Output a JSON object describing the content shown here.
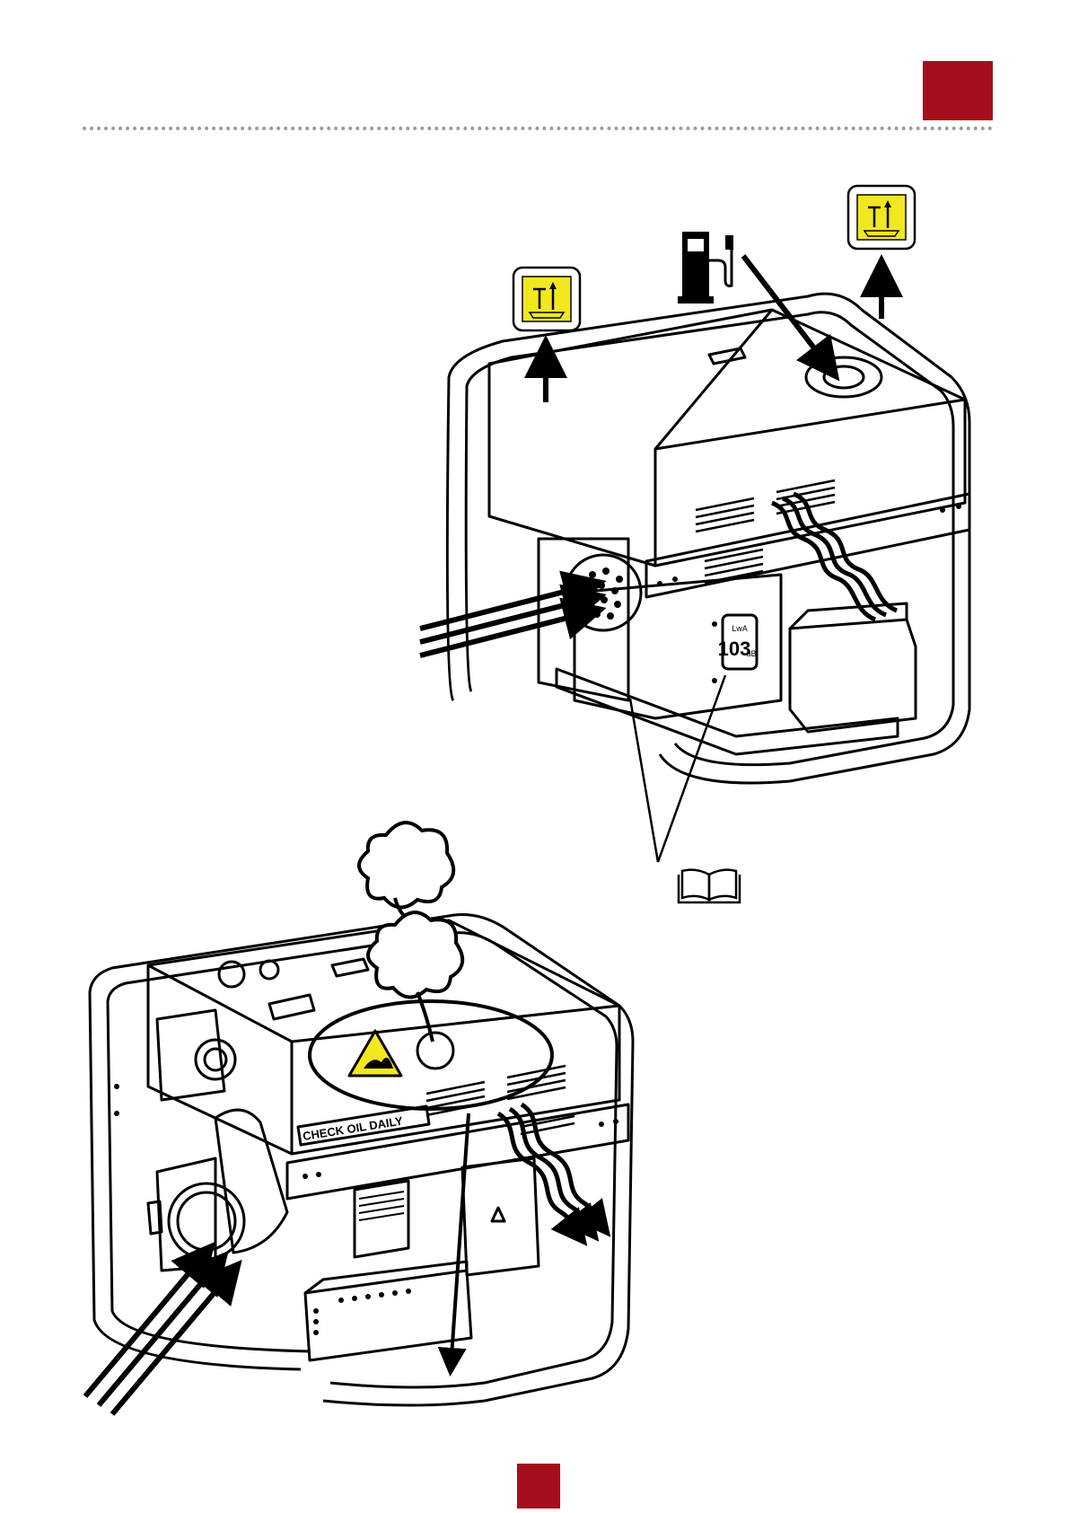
{
  "colors": {
    "accent": "#a50f1d",
    "rule": "#9a9a9a",
    "label_yellow": "#f2e81f",
    "ink": "#000000"
  },
  "icons": [
    "level-check-icon",
    "fuel-pump-icon",
    "manual-book-icon",
    "hot-surface-warning-icon",
    "exhaust-cloud-icon"
  ],
  "labels": {
    "noise_level": "103",
    "noise_unit": "LwA",
    "noise_db": "dB",
    "check_oil": "CHECK OIL DAILY"
  }
}
